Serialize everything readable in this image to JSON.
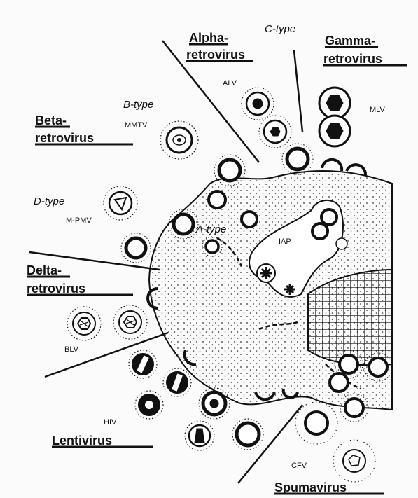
{
  "figure": {
    "genera": {
      "alpha": [
        "Alpha-",
        "retrovirus"
      ],
      "gamma": [
        "Gamma-",
        "retrovirus"
      ],
      "beta": [
        "Beta-",
        "retrovirus"
      ],
      "delta": [
        "Delta-",
        "retrovirus"
      ],
      "lenti": "Lentivirus",
      "spuma": "Spumavirus"
    },
    "particle_types": {
      "c": "C-type",
      "b": "B-type",
      "d": "D-type",
      "a": "A-type"
    },
    "viruses": {
      "alv": "ALV",
      "mlv": "MLV",
      "mmtv": "MMTV",
      "mpmv": "M-PMV",
      "iap": "IAP",
      "blv": "BLV",
      "hiv": "HIV",
      "cfv": "CFV"
    },
    "colors": {
      "ink": "#111111",
      "paper": "#fbfbfb"
    }
  }
}
